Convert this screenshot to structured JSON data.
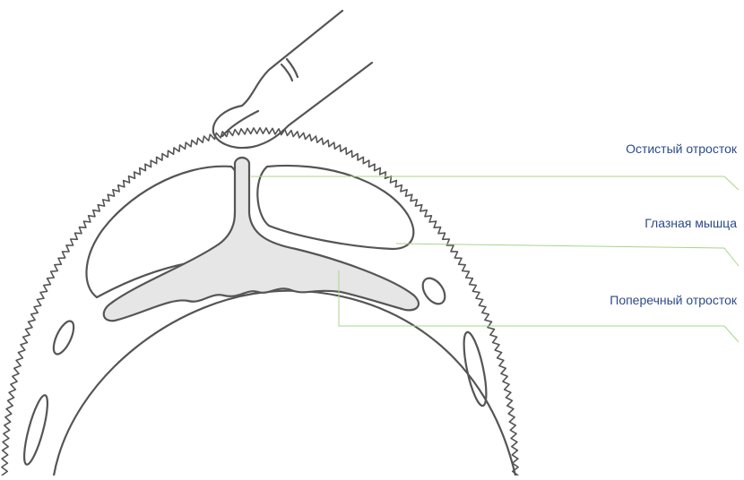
{
  "labels": [
    {
      "id": "spinous",
      "text": "Остистый отросток"
    },
    {
      "id": "eye-muscle",
      "text": "Глазная мышца"
    },
    {
      "id": "transverse",
      "text": "Поперечный отросток"
    }
  ],
  "colors": {
    "outline": "#555555",
    "label_text": "#2c4a8a",
    "leader_line": "#a8d48a",
    "bone_fill": "#e6e6e6",
    "background": "#ffffff"
  }
}
